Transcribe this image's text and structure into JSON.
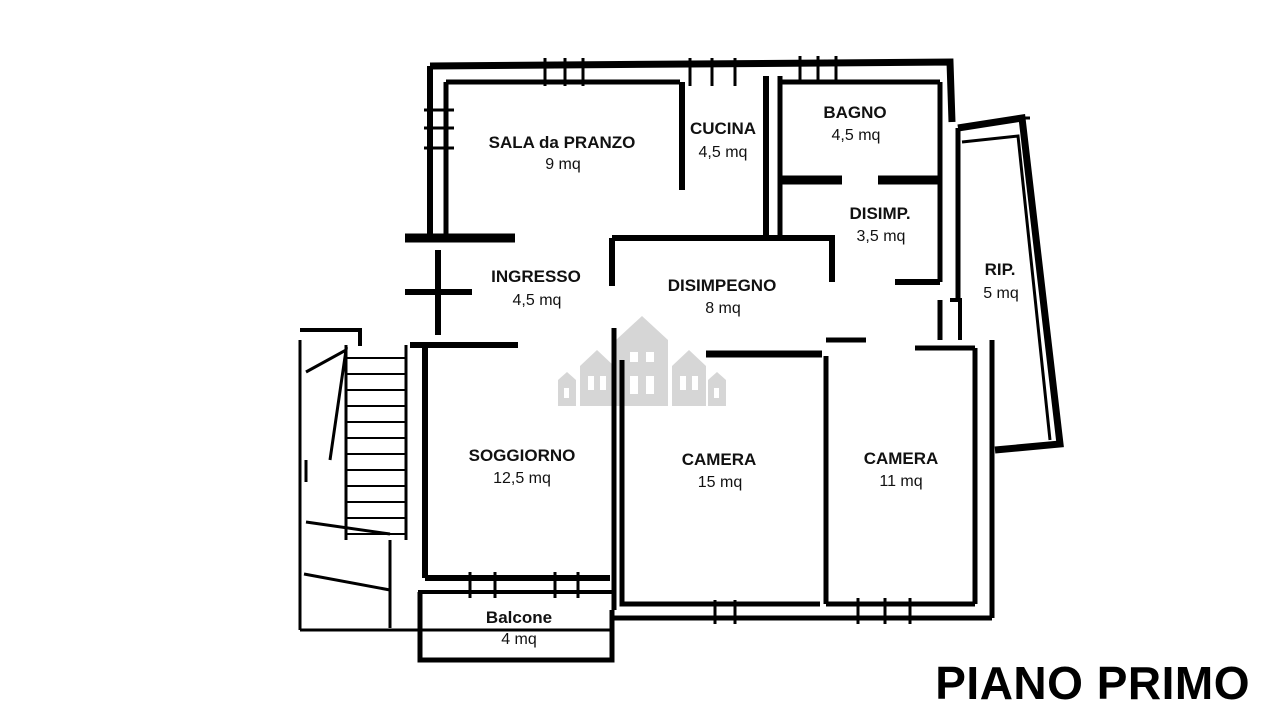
{
  "floor_title": "PIANO PRIMO",
  "rooms": [
    {
      "name": "SALA da PRANZO",
      "area": "9 mq"
    },
    {
      "name": "CUCINA",
      "area": "4,5 mq"
    },
    {
      "name": "BAGNO",
      "area": "4,5 mq"
    },
    {
      "name": "DISIMP.",
      "area": "3,5 mq"
    },
    {
      "name": "INGRESSO",
      "area": "4,5 mq"
    },
    {
      "name": "DISIMPEGNO",
      "area": "8 mq"
    },
    {
      "name": "RIP.",
      "area": "5 mq"
    },
    {
      "name": "SOGGIORNO",
      "area": "12,5 mq"
    },
    {
      "name": "CAMERA",
      "area": "15 mq"
    },
    {
      "name": "CAMERA",
      "area": "11 mq"
    },
    {
      "name": "Balcone",
      "area": "4 mq"
    }
  ],
  "colors": {
    "wall": "#000000",
    "watermark": "#d4d4d4",
    "background": "#ffffff"
  },
  "icons": {
    "watermark": "houses-watermark-icon"
  }
}
